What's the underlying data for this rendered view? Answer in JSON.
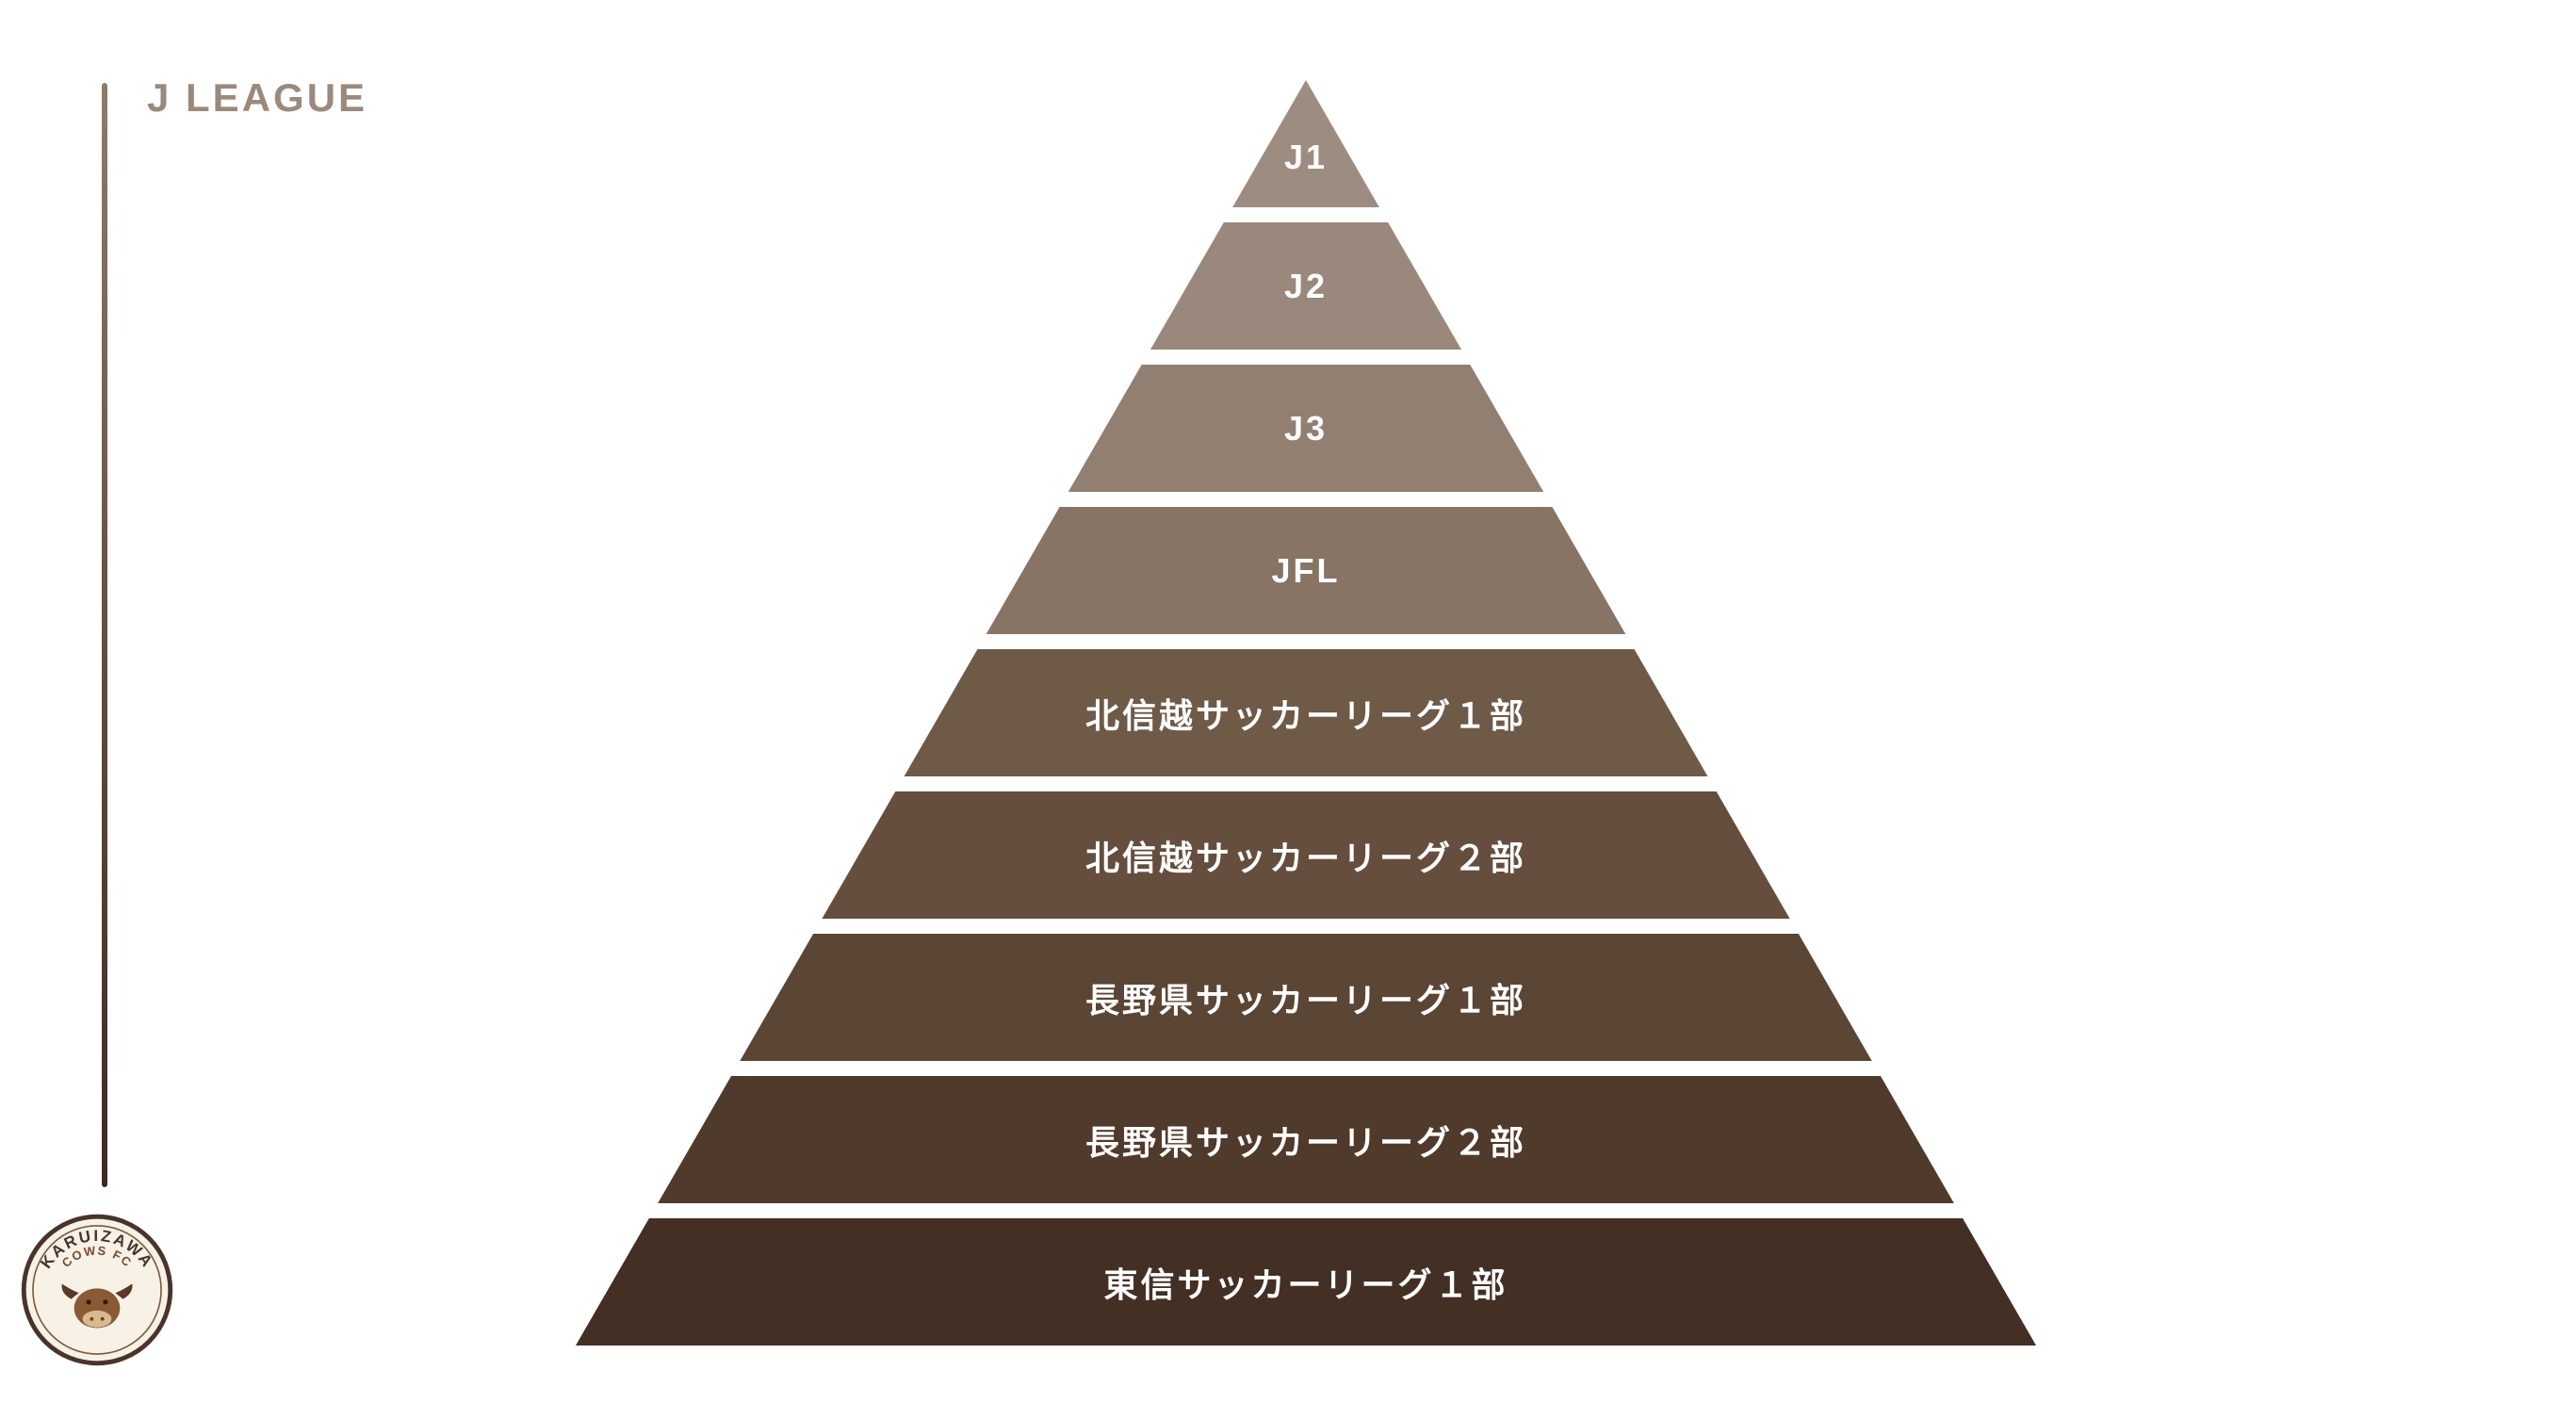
{
  "title": "J LEAGUE",
  "accent_color": "#9a8a7d",
  "pyramid": {
    "tiers": [
      {
        "label": "J1",
        "color": "#9d8d80"
      },
      {
        "label": "J2",
        "color": "#99887b"
      },
      {
        "label": "J3",
        "color": "#917f71"
      },
      {
        "label": "JFL",
        "color": "#877464"
      },
      {
        "label": "北信越サッカーリーグ１部",
        "color": "#6f5a48"
      },
      {
        "label": "北信越サッカーリーグ２部",
        "color": "#654e3d"
      },
      {
        "label": "長野県サッカーリーグ１部",
        "color": "#5b4534"
      },
      {
        "label": "長野県サッカーリーグ２部",
        "color": "#503a2b"
      },
      {
        "label": "東信サッカーリーグ１部",
        "color": "#432f24"
      }
    ]
  },
  "logo": {
    "top_text": "KARUIZAWA",
    "bottom_text": "COWS FC"
  }
}
